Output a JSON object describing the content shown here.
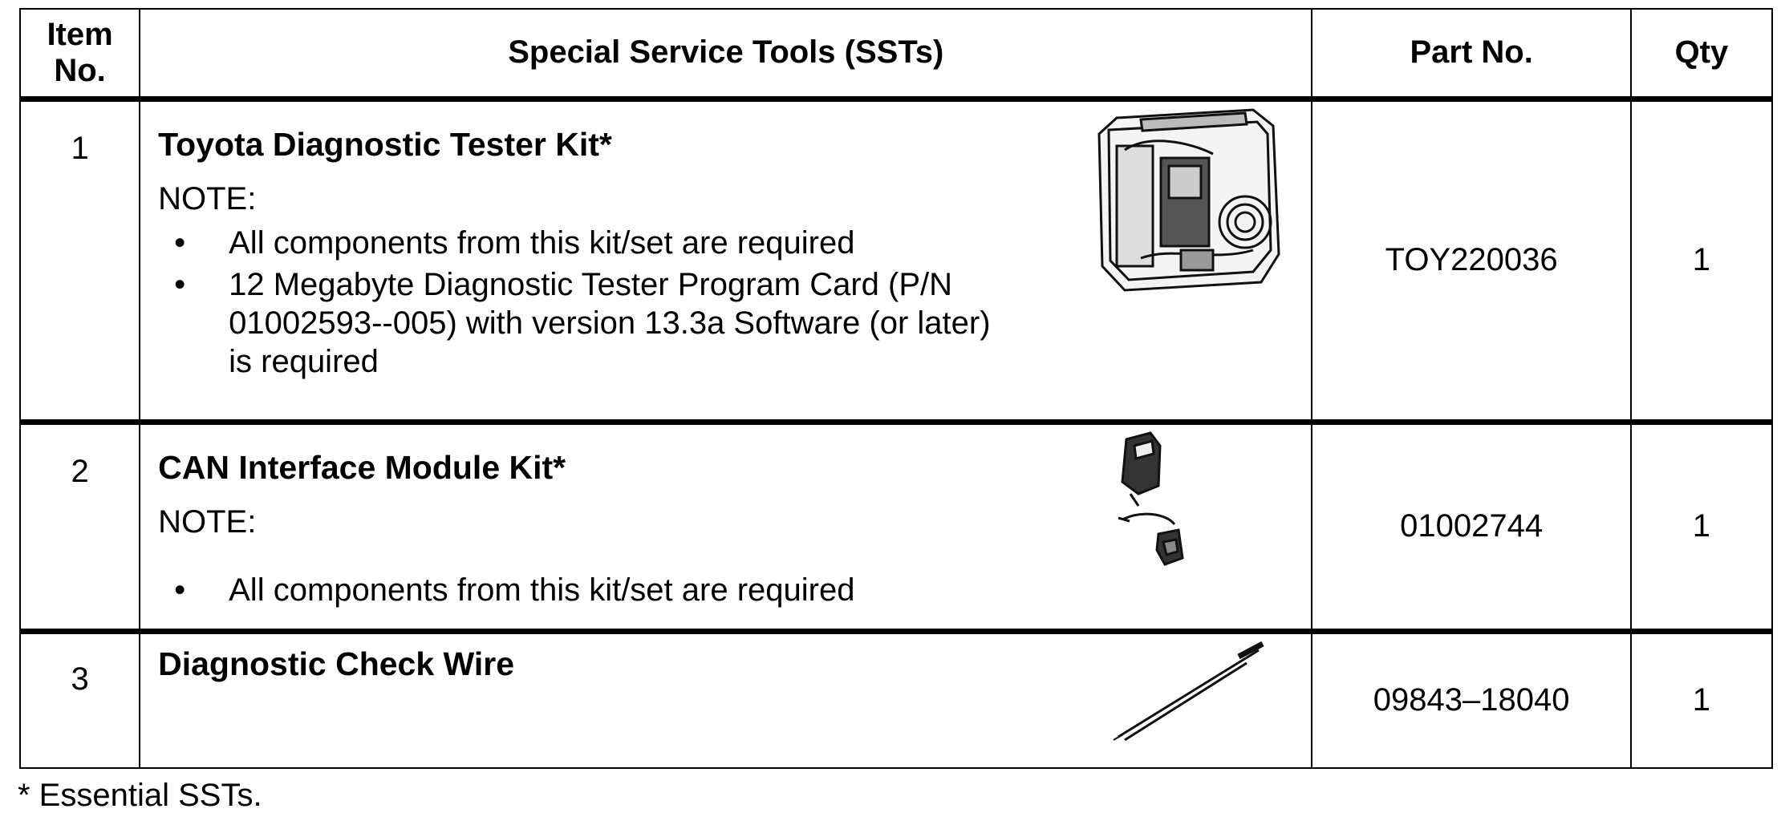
{
  "table": {
    "headers": {
      "item_no": "Item No.",
      "tools": "Special Service Tools (SSTs)",
      "part_no": "Part No.",
      "qty": "Qty"
    },
    "rows": [
      {
        "item_no": "1",
        "name": "Toyota Diagnostic Tester Kit*",
        "note_label": "NOTE:",
        "bullets": [
          "All components from this kit/set are required",
          "12 Megabyte Diagnostic Tester Program Card (P/N 01002593--005) with version 13.3a Software (or later) is required"
        ],
        "part_no": "TOY220036",
        "qty": "1",
        "image_icon": "tester-kit-case-icon"
      },
      {
        "item_no": "2",
        "name": "CAN Interface Module Kit*",
        "note_label": "NOTE:",
        "bullets": [
          "All components from this kit/set are required"
        ],
        "part_no": "01002744",
        "qty": "1",
        "image_icon": "can-module-icon"
      },
      {
        "item_no": "3",
        "name": "Diagnostic Check Wire",
        "part_no": "09843–18040",
        "qty": "1",
        "image_icon": "check-wire-icon"
      }
    ]
  },
  "footnote": "* Essential SSTs.",
  "bullet_glyph": "•"
}
